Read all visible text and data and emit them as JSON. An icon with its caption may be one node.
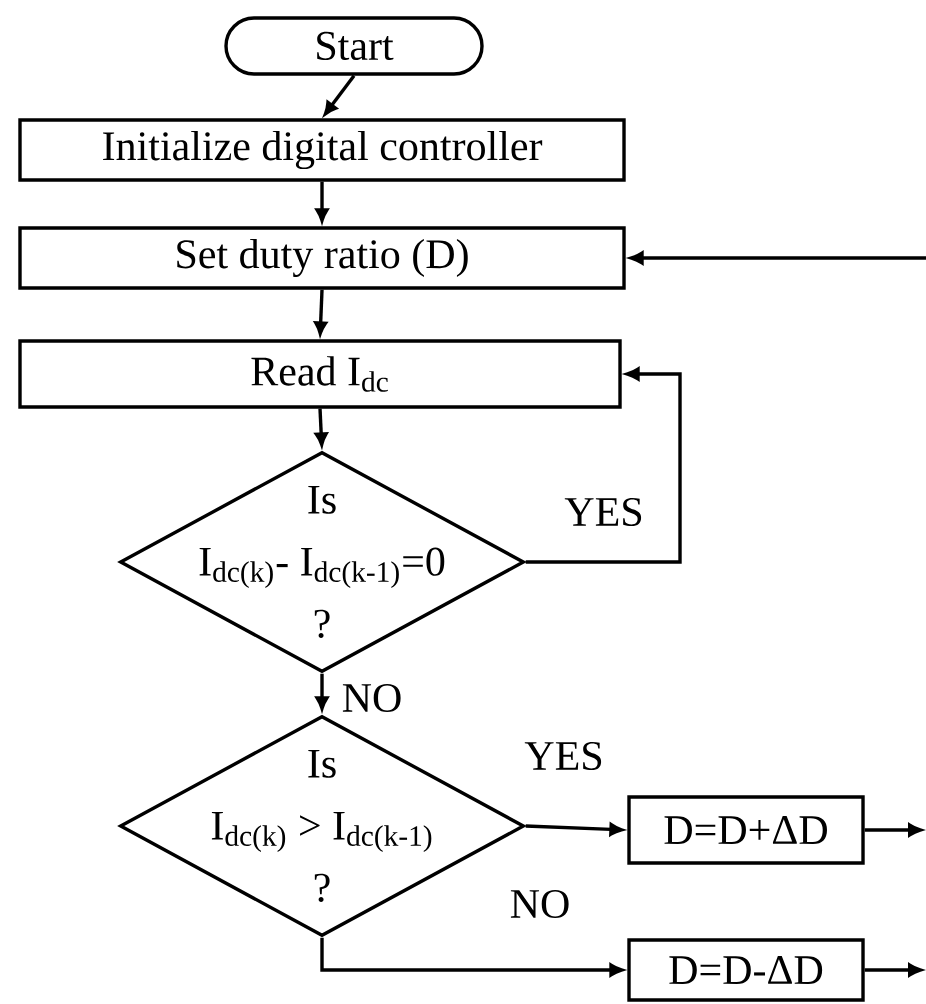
{
  "diagram": {
    "nodes": [
      {
        "text": [
          "Start"
        ]
      },
      {
        "text": [
          "Initialize digital controller"
        ]
      },
      {
        "text": [
          "Set duty ratio (D)"
        ]
      },
      {
        "text": [
          "Read I$_{dc}$"
        ]
      },
      {
        "text": [
          "Is",
          "I$_{dc(k)}$- I$_{dc(k-1)}$=0",
          "?"
        ]
      },
      {
        "text": [
          "Is",
          "I$_{dc(k)}$ > I$_{dc(k-1)}$",
          "?"
        ]
      },
      {
        "text": [
          "D=D+ΔD"
        ]
      },
      {
        "text": [
          "D=D-ΔD"
        ]
      }
    ],
    "edges": [
      {
        "from": 0,
        "to": 1,
        "arrow": "to"
      },
      {
        "from": 1,
        "to": 2,
        "arrow": "to"
      },
      {
        "from": 2,
        "to": 3,
        "arrow": "to"
      },
      {
        "from": 3,
        "to": 4,
        "arrow": "to"
      },
      {
        "from": 4,
        "to": 3,
        "arrow": "to",
        "label": "YES"
      },
      {
        "from": 4,
        "to": 5,
        "arrow": "to",
        "label": "NO"
      },
      {
        "from": 5,
        "to": 6,
        "arrow": "to",
        "label": "YES"
      },
      {
        "from": 5,
        "to": 7,
        "arrow": "to",
        "label": "NO"
      },
      {
        "from": null,
        "to": 2,
        "arrow": "to"
      },
      {
        "from": 6,
        "to": null,
        "arrow": "to"
      },
      {
        "from": 7,
        "to": null,
        "arrow": "to"
      }
    ]
  }
}
